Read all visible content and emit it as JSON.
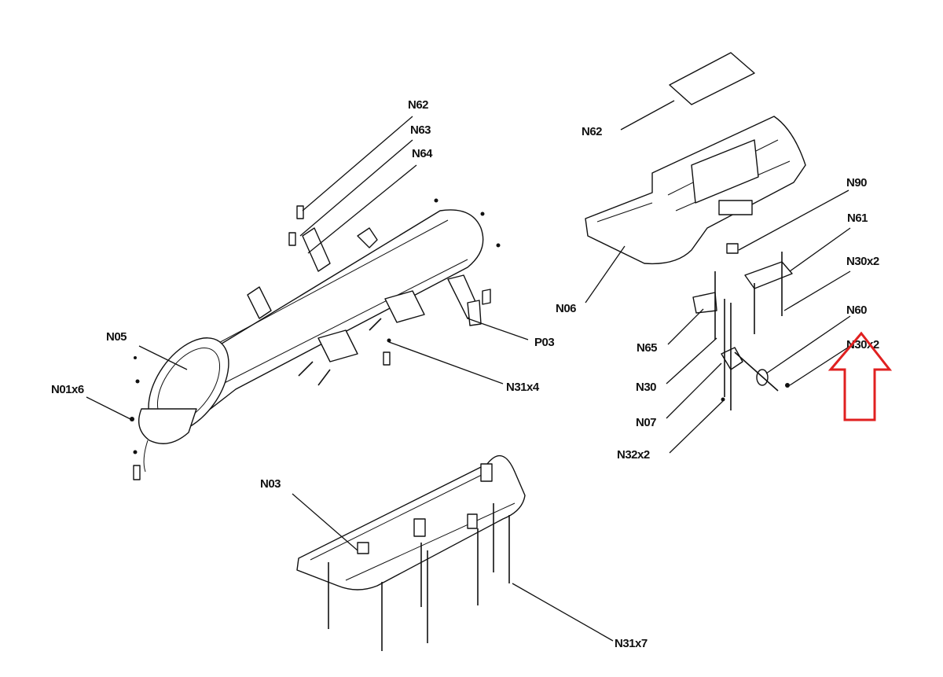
{
  "labels": {
    "n62_top": "N62",
    "n63": "N63",
    "n64": "N64",
    "n05": "N05",
    "n01x6": "N01x6",
    "p03": "P03",
    "n31x4": "N31x4",
    "n03": "N03",
    "n31x7": "N31x7",
    "n62_right": "N62",
    "n06": "N06",
    "n90": "N90",
    "n61": "N61",
    "n30x2_a": "N30x2",
    "n60": "N60",
    "n30x2_b": "N30x2",
    "n65": "N65",
    "n30": "N30",
    "n07": "N07",
    "n32x2": "N32x2"
  },
  "colors": {
    "line": "#111111",
    "highlight_arrow": "#e02020",
    "background": "#ffffff"
  },
  "annotation": {
    "highlight_arrow": "up-arrow pointing to N60"
  }
}
